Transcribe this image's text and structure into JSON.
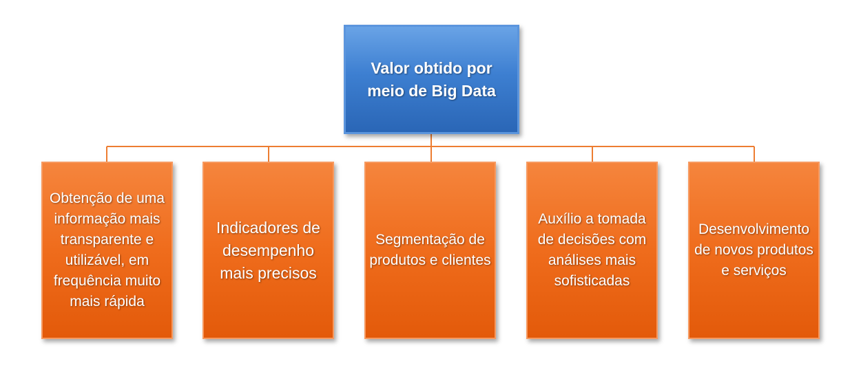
{
  "diagram": {
    "root": {
      "label": "Valor obtido por meio de Big Data"
    },
    "children": [
      {
        "label": "Obtenção de uma informação mais transparente e utilizável, em frequência muito mais rápida"
      },
      {
        "label": "Indicadores de desempenho mais precisos"
      },
      {
        "label": "Segmentação de produtos e clientes"
      },
      {
        "label": "Auxílio a tomada de decisões com análises mais sofisticadas"
      },
      {
        "label": "Desenvolvimento de novos produtos e serviços"
      }
    ],
    "colors": {
      "root_fill": "#3d7fd1",
      "child_fill": "#ef6c1c",
      "connector": "#ed7d31",
      "text": "#ffffff"
    }
  }
}
